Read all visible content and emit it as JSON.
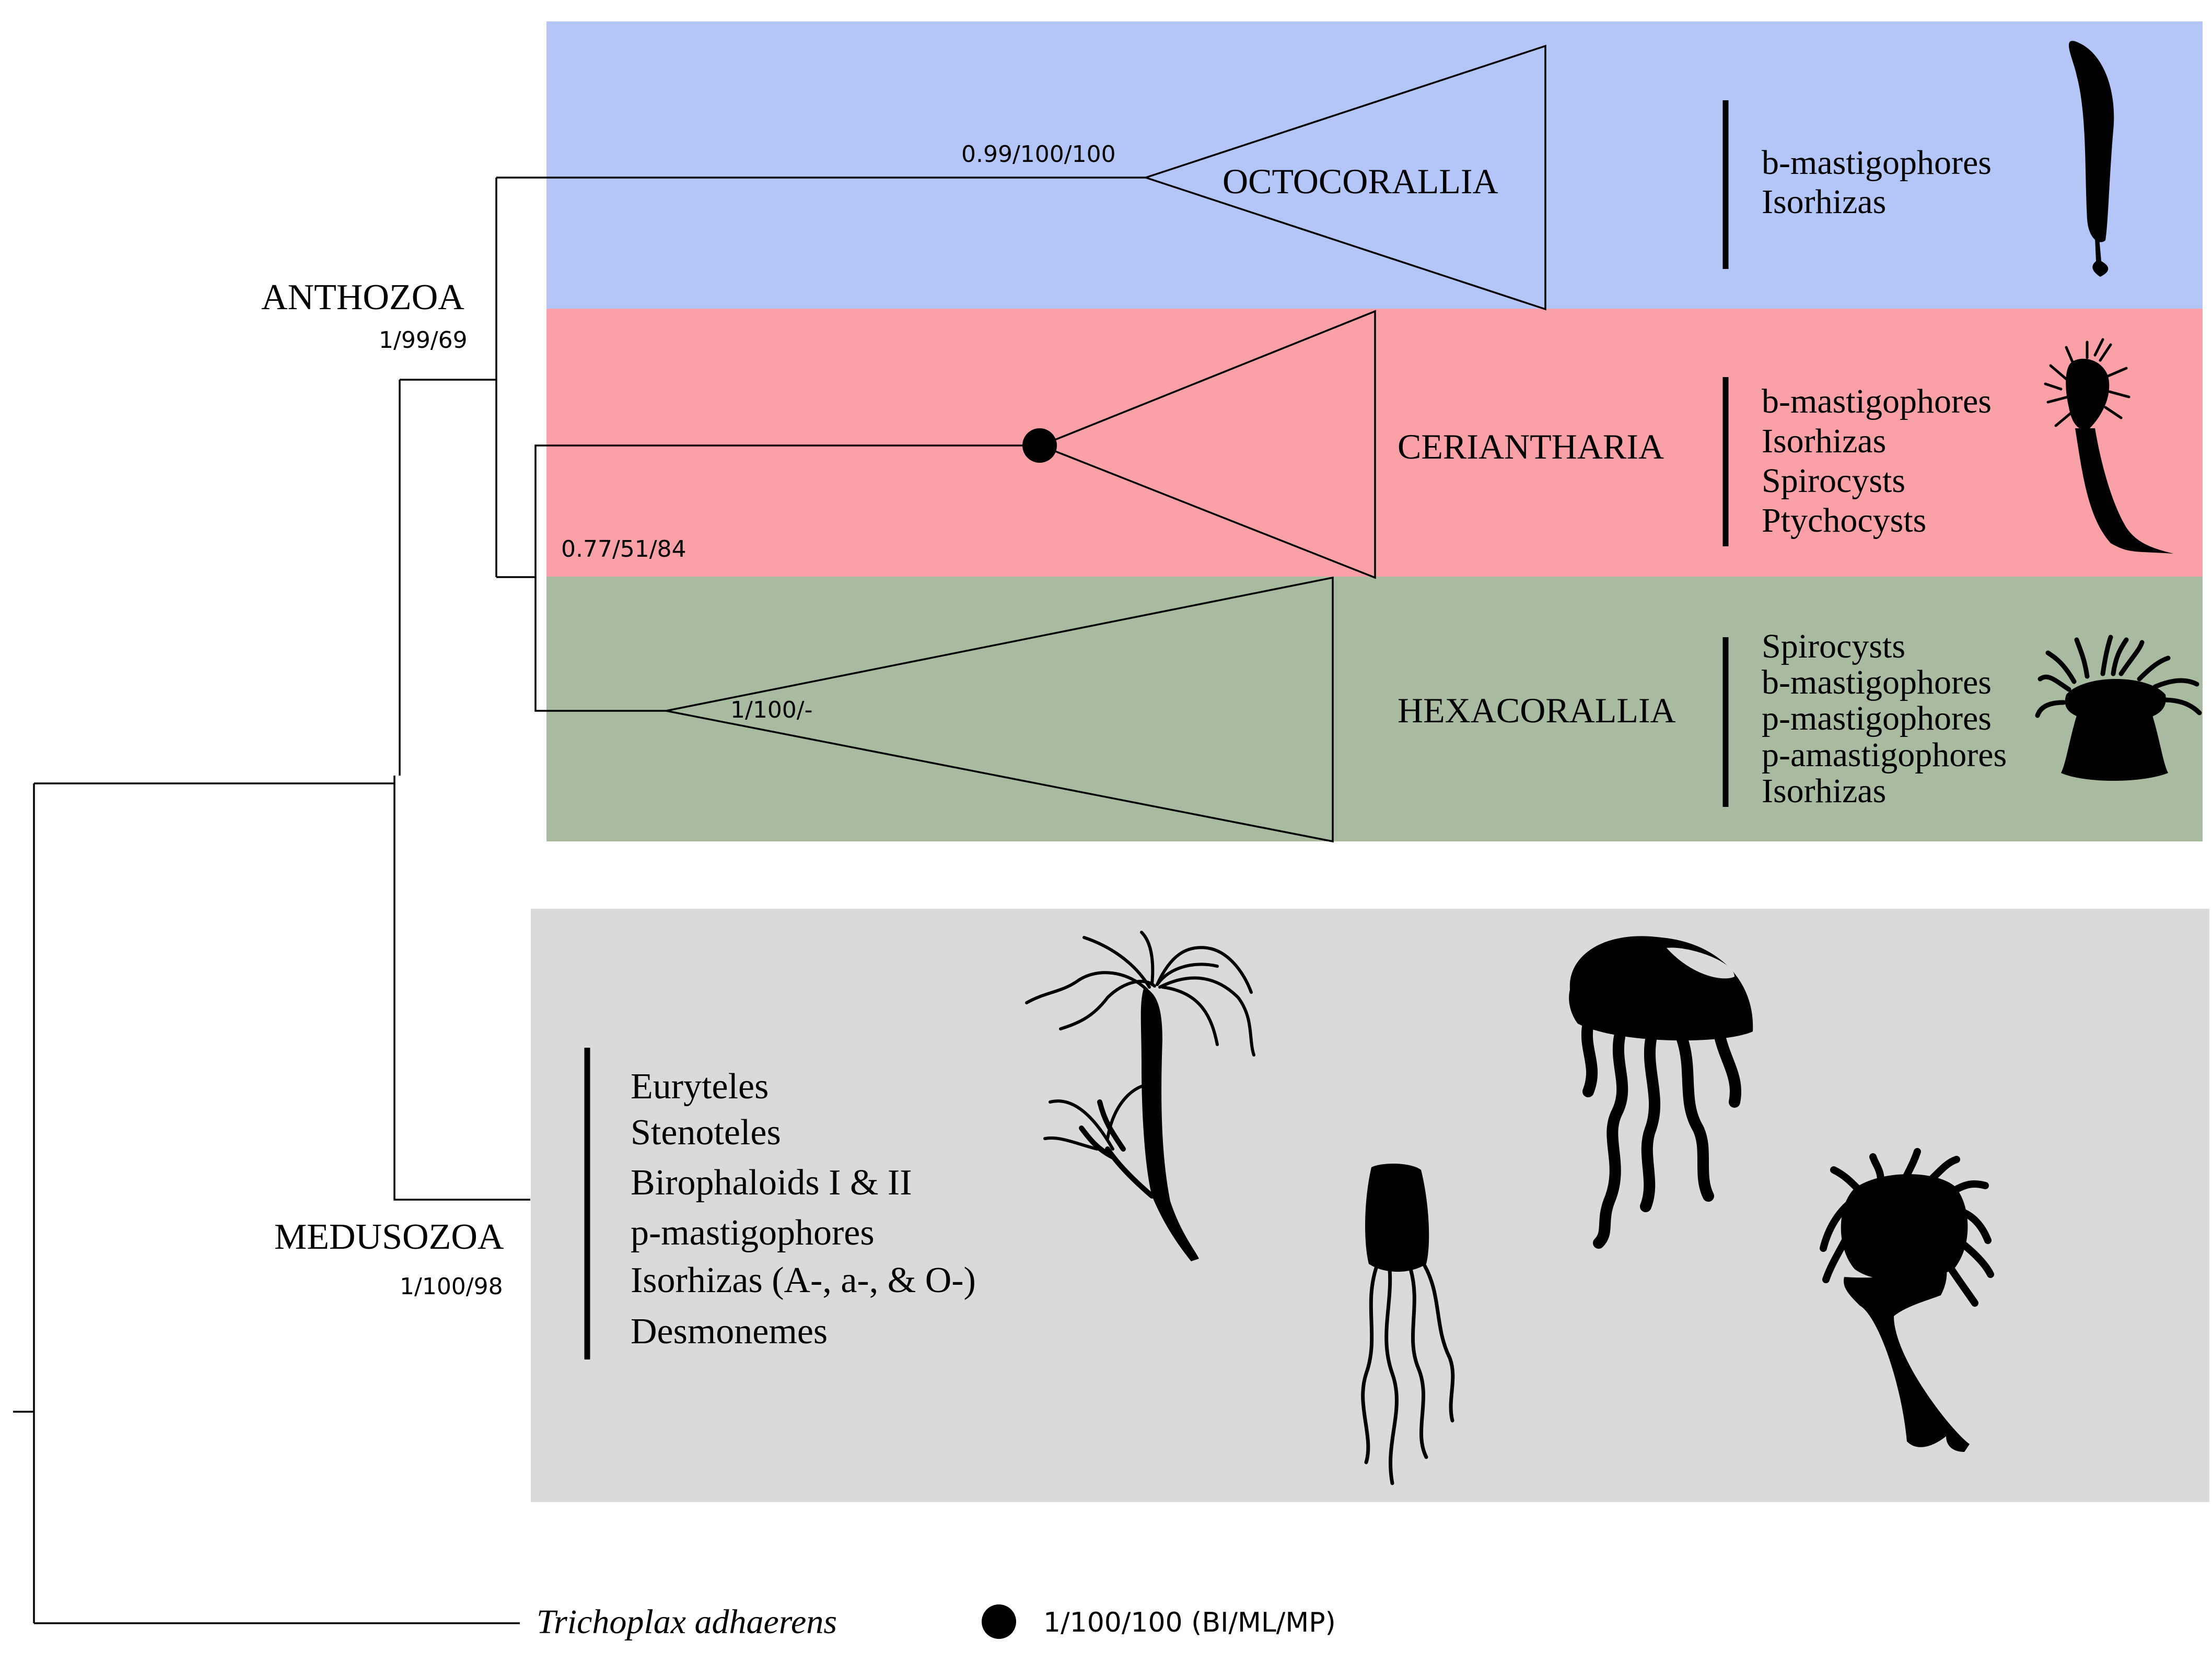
{
  "clades": {
    "anthozoa": {
      "name": "ANTHOZOA",
      "support": "1/99/69"
    },
    "medusozoa": {
      "name": "MEDUSOZOA",
      "support": "1/100/98"
    },
    "octocorallia": {
      "name": "OCTOCORALLIA",
      "support": "0.99/100/100",
      "color": "#b4c5f7"
    },
    "ceriantharia": {
      "name": "CERIANTHARIA",
      "color": "#f9a1a6"
    },
    "ceriantharia_hexacorallia": {
      "support": "0.77/51/84"
    },
    "hexacorallia": {
      "name": "HEXACORALLIA",
      "support": "1/100/-",
      "color": "#a8bba1"
    },
    "medusozoa_box": {
      "color": "#dadada"
    }
  },
  "cnidae": {
    "octocorallia": [
      "b-mastigophores",
      "Isorhizas"
    ],
    "ceriantharia": [
      "b-mastigophores",
      "Isorhizas",
      "Spirocysts",
      "Ptychocysts"
    ],
    "hexacorallia": [
      "Spirocysts",
      "b-mastigophores",
      "p-mastigophores",
      "p-amastigophores",
      "Isorhizas"
    ],
    "medusozoa": [
      "Euryteles",
      "Stenoteles",
      "Birophaloids I & II",
      "p-mastigophores",
      "Isorhizas (A-, a-, & O-)",
      "Desmonemes"
    ]
  },
  "outgroup": {
    "name": "Trichoplax adhaerens"
  },
  "legend": {
    "full_support": "1/100/100 (BI/ML/MP)"
  },
  "icons": [
    "sea-pen-icon",
    "tube-anemone-icon",
    "sea-anemone-icon",
    "hydroid-icon",
    "box-jellyfish-icon",
    "scyphozoan-jellyfish-icon",
    "stauromedusa-icon"
  ]
}
